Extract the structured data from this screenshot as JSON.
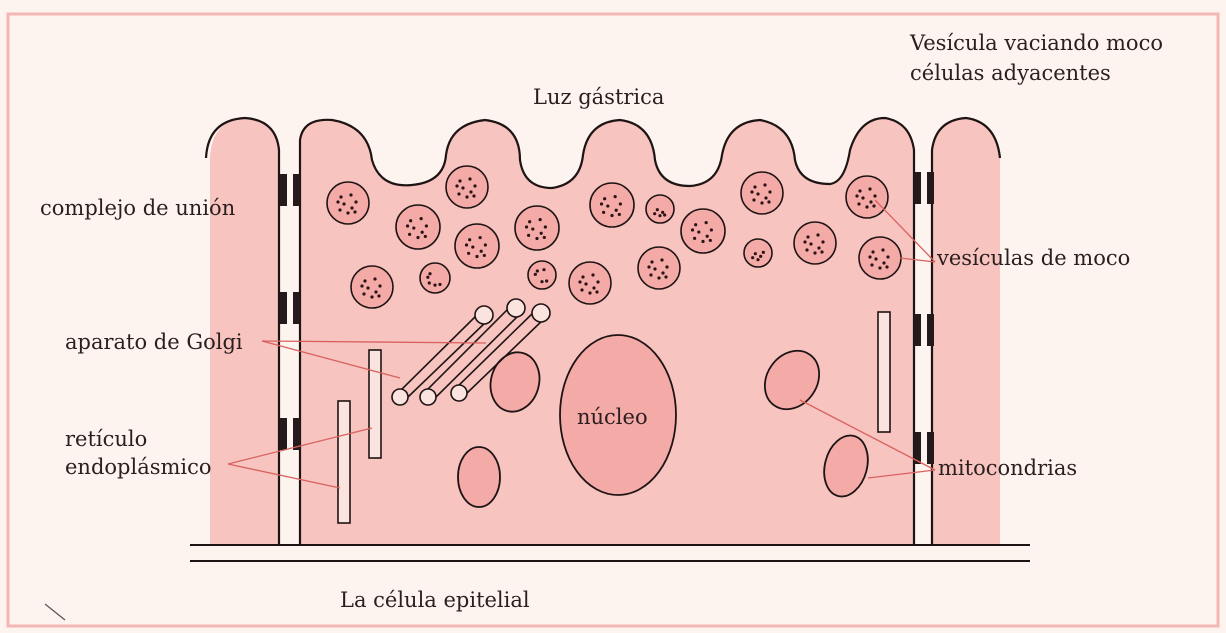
{
  "labels": {
    "adjacent_vesicle_line1": "Vesícula vaciando moco",
    "adjacent_vesicle_line2": "células adyacentes",
    "gastric_lumen": "Luz gástrica",
    "junction_complex": "complejo de unión",
    "mucus_vesicles": "vesículas de moco",
    "golgi": "aparato de Golgi",
    "nucleus": "núcleo",
    "er_line1": "retículo",
    "er_line2": "endoplásmico",
    "mitochondria": "mitocondrias",
    "caption": "La célula epitelial"
  },
  "colors": {
    "cell_fill": "#f7c4c0",
    "outline": "#1e1414",
    "pointer_line": "#d9625e",
    "border_frame": "#f2b7b3",
    "junction": "#241a1c"
  }
}
